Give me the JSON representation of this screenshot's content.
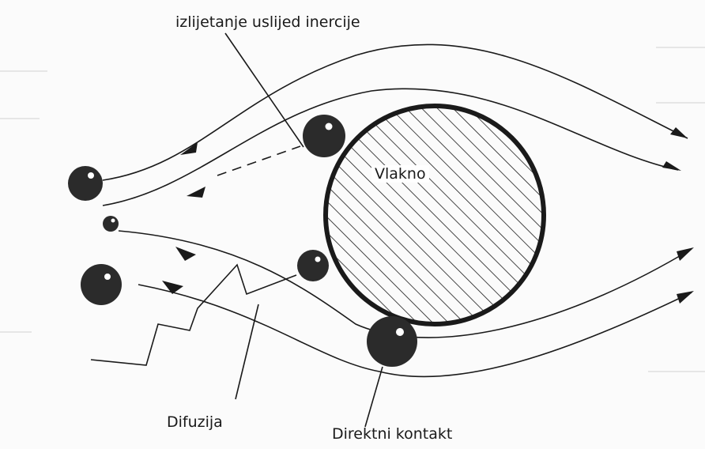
{
  "labels": {
    "inertial_impaction": "izlijetanje uslijed inercije",
    "fiber": "Vlakno",
    "diffusion": "Difuzija",
    "direct_contact": "Direktni kontakt"
  },
  "colors": {
    "ink": "#1a1a1a",
    "particle": "#2b2b2b",
    "background": "#fbfbfb"
  }
}
